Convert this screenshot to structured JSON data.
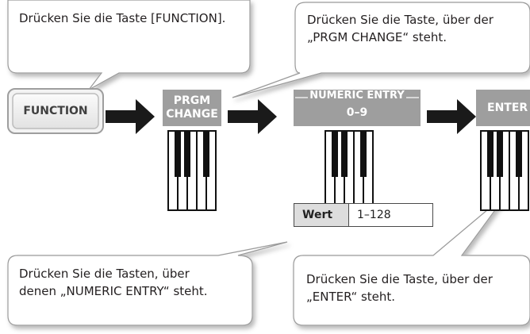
{
  "callouts": {
    "function_instruction": "Drücken Sie die Taste [FUNCTION].",
    "prgm_instruction": "Drücken Sie die Taste, über der\n„PRGM CHANGE“ steht.",
    "numeric_instruction": "Drücken Sie die Tasten, über\ndenen „NUMERIC ENTRY“ steht.",
    "enter_instruction": "Drücken Sie die Taste, über der\n„ENTER“ steht."
  },
  "buttons": {
    "function_label": "FUNCTION"
  },
  "key_labels": {
    "prgm_change": "PRGM\nCHANGE",
    "numeric_entry_title": "NUMERIC ENTRY",
    "numeric_entry_range": "0–9",
    "enter": "ENTER"
  },
  "value_table": {
    "key": "Wert",
    "value": "1–128"
  },
  "colors": {
    "callout_fill": "#ffffff",
    "callout_stroke": "#9a9a9a",
    "label_bar": "#9e9e9e",
    "arrow": "#1a1a1a",
    "table_key_bg": "#dddddd"
  }
}
